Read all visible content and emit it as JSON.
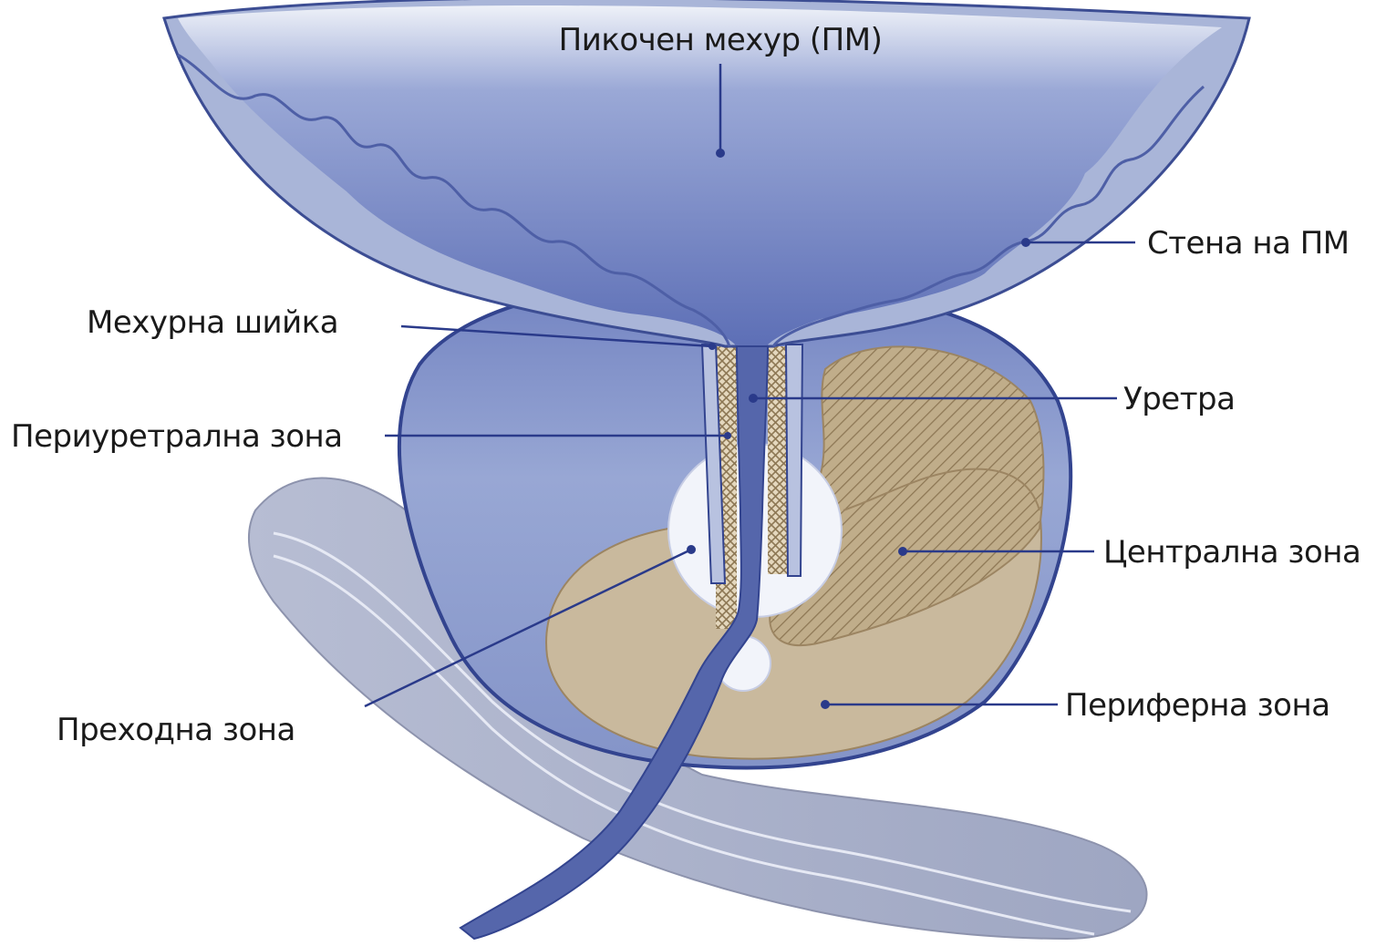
{
  "labels": {
    "bladder": "Пикочен мехур (ПМ)",
    "bladder_wall": "Стена на ПМ",
    "bladder_neck": "Мехурна шийка",
    "urethra": "Уретра",
    "periurethral_zone": "Периуретрална зона",
    "central_zone": "Централна зона",
    "transition_zone": "Преходна зона",
    "peripheral_zone": "Периферна зона"
  },
  "colors": {
    "bladder_fill": "#6f80c0",
    "bladder_wall": "#a9b5d8",
    "prostate_fill": "#8d9dcc",
    "capsule_stroke": "#33448f",
    "peripheral_zone": "#c8b79b",
    "central_zone": "#b9a582",
    "rectum": "#a7acc2",
    "leader_line": "#2a3a8a"
  }
}
